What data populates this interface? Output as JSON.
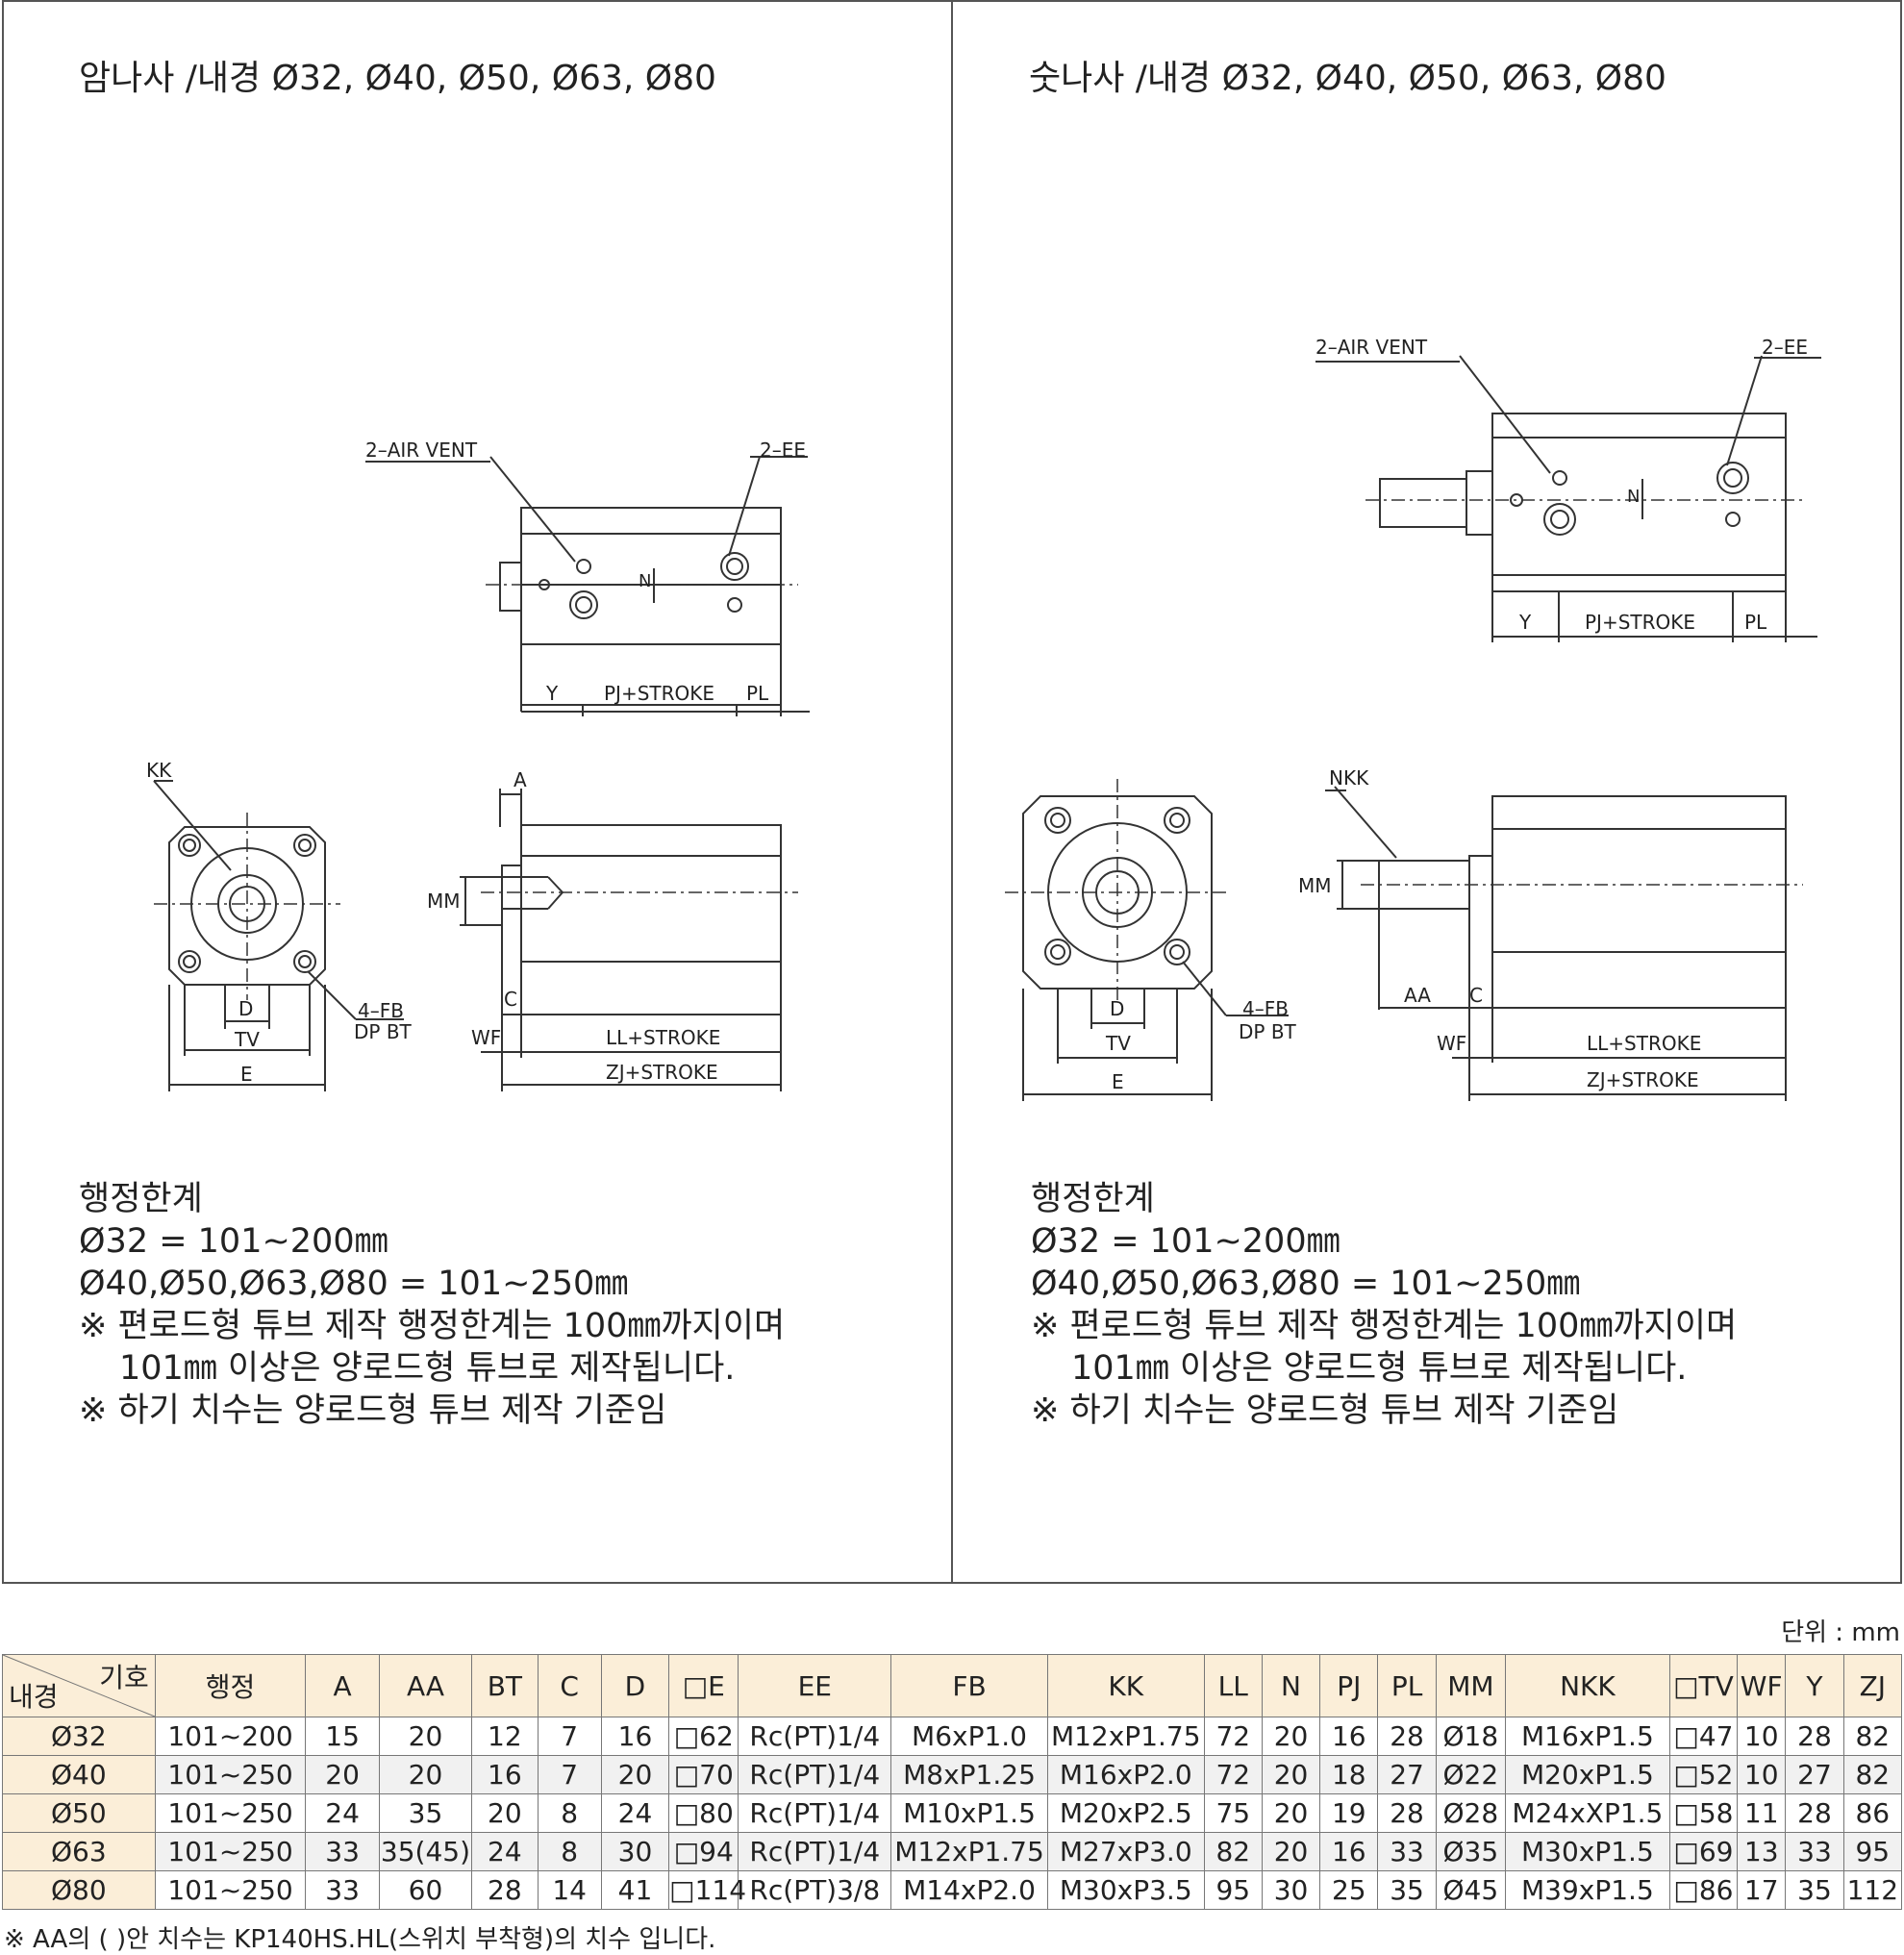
{
  "panels": [
    {
      "title": "암나사 /내경 Ø32, Ø40, Ø50, Ø63, Ø80",
      "notes": [
        "행정한계",
        "Ø32 = 101~200㎜",
        "Ø40,Ø50,Ø63,Ø80 = 101~250㎜",
        "※ 편로드형 튜브 제작 행정한계는 100㎜까지이며",
        "101㎜ 이상은 양로드형 튜브로 제작됩니다.",
        "※ 하기 치수는 양로드형 튜브 제작 기준임"
      ],
      "labels": {
        "air_vent": "2–AIR  VENT",
        "ee": "2–EE",
        "n": "N",
        "y": "Y",
        "pj": "PJ+STROKE",
        "pl": "PL",
        "kk": "KK",
        "d": "D",
        "tv": "TV",
        "e": "E",
        "fb": "4–FB",
        "dpbt": "DP  BT",
        "a": "A",
        "mm": "MM",
        "c": "C",
        "wf": "WF",
        "ll": "LL+STROKE",
        "zj": "ZJ+STROKE"
      }
    },
    {
      "title": "숫나사 /내경 Ø32, Ø40, Ø50, Ø63, Ø80",
      "notes": [
        "행정한계",
        "Ø32 = 101~200㎜",
        "Ø40,Ø50,Ø63,Ø80 = 101~250㎜",
        "※ 편로드형 튜브 제작 행정한계는 100㎜까지이며",
        "101㎜ 이상은 양로드형 튜브로 제작됩니다.",
        "※ 하기 치수는 양로드형 튜브 제작 기준임"
      ],
      "labels": {
        "air_vent": "2–AIR  VENT",
        "ee": "2–EE",
        "n": "N",
        "y": "Y",
        "pj": "PJ+STROKE",
        "pl": "PL",
        "nkk": "NKK",
        "d": "D",
        "tv": "TV",
        "e": "E",
        "fb": "4–FB",
        "dpbt": "DP  BT",
        "aa": "AA",
        "mm": "MM",
        "c": "C",
        "wf": "WF",
        "ll": "LL+STROKE",
        "zj": "ZJ+STROKE"
      }
    }
  ],
  "unit_label": "단위 : mm",
  "table": {
    "corner_top": "기호",
    "corner_bottom": "내경",
    "columns": [
      "행정",
      "A",
      "AA",
      "BT",
      "C",
      "D",
      "□E",
      "EE",
      "FB",
      "KK",
      "LL",
      "N",
      "PJ",
      "PL",
      "MM",
      "NKK",
      "□TV",
      "WF",
      "Y",
      "ZJ"
    ],
    "rows": [
      {
        "bore": "Ø32",
        "cells": [
          "101~200",
          "15",
          "20",
          "12",
          "7",
          "16",
          "□62",
          "Rc(PT)1/4",
          "M6xP1.0",
          "M12xP1.75",
          "72",
          "20",
          "16",
          "28",
          "Ø18",
          "M16xP1.5",
          "□47",
          "10",
          "28",
          "82"
        ]
      },
      {
        "bore": "Ø40",
        "cells": [
          "101~250",
          "20",
          "20",
          "16",
          "7",
          "20",
          "□70",
          "Rc(PT)1/4",
          "M8xP1.25",
          "M16xP2.0",
          "72",
          "20",
          "18",
          "27",
          "Ø22",
          "M20xP1.5",
          "□52",
          "10",
          "27",
          "82"
        ]
      },
      {
        "bore": "Ø50",
        "cells": [
          "101~250",
          "24",
          "35",
          "20",
          "8",
          "24",
          "□80",
          "Rc(PT)1/4",
          "M10xP1.5",
          "M20xP2.5",
          "75",
          "20",
          "19",
          "28",
          "Ø28",
          "M24xXP1.5",
          "□58",
          "11",
          "28",
          "86"
        ]
      },
      {
        "bore": "Ø63",
        "cells": [
          "101~250",
          "33",
          "35(45)",
          "24",
          "8",
          "30",
          "□94",
          "Rc(PT)1/4",
          "M12xP1.75",
          "M27xP3.0",
          "82",
          "20",
          "16",
          "33",
          "Ø35",
          "M30xP1.5",
          "□69",
          "13",
          "33",
          "95"
        ]
      },
      {
        "bore": "Ø80",
        "cells": [
          "101~250",
          "33",
          "60",
          "28",
          "14",
          "41",
          "□114",
          "Rc(PT)3/8",
          "M14xP2.0",
          "M30xP3.5",
          "95",
          "30",
          "25",
          "35",
          "Ø45",
          "M39xP1.5",
          "□86",
          "17",
          "35",
          "112"
        ]
      }
    ]
  },
  "footnote": "※ AA의 ( )안 치수는 KP140HS.HL(스위치 부착형)의 치수 입니다."
}
